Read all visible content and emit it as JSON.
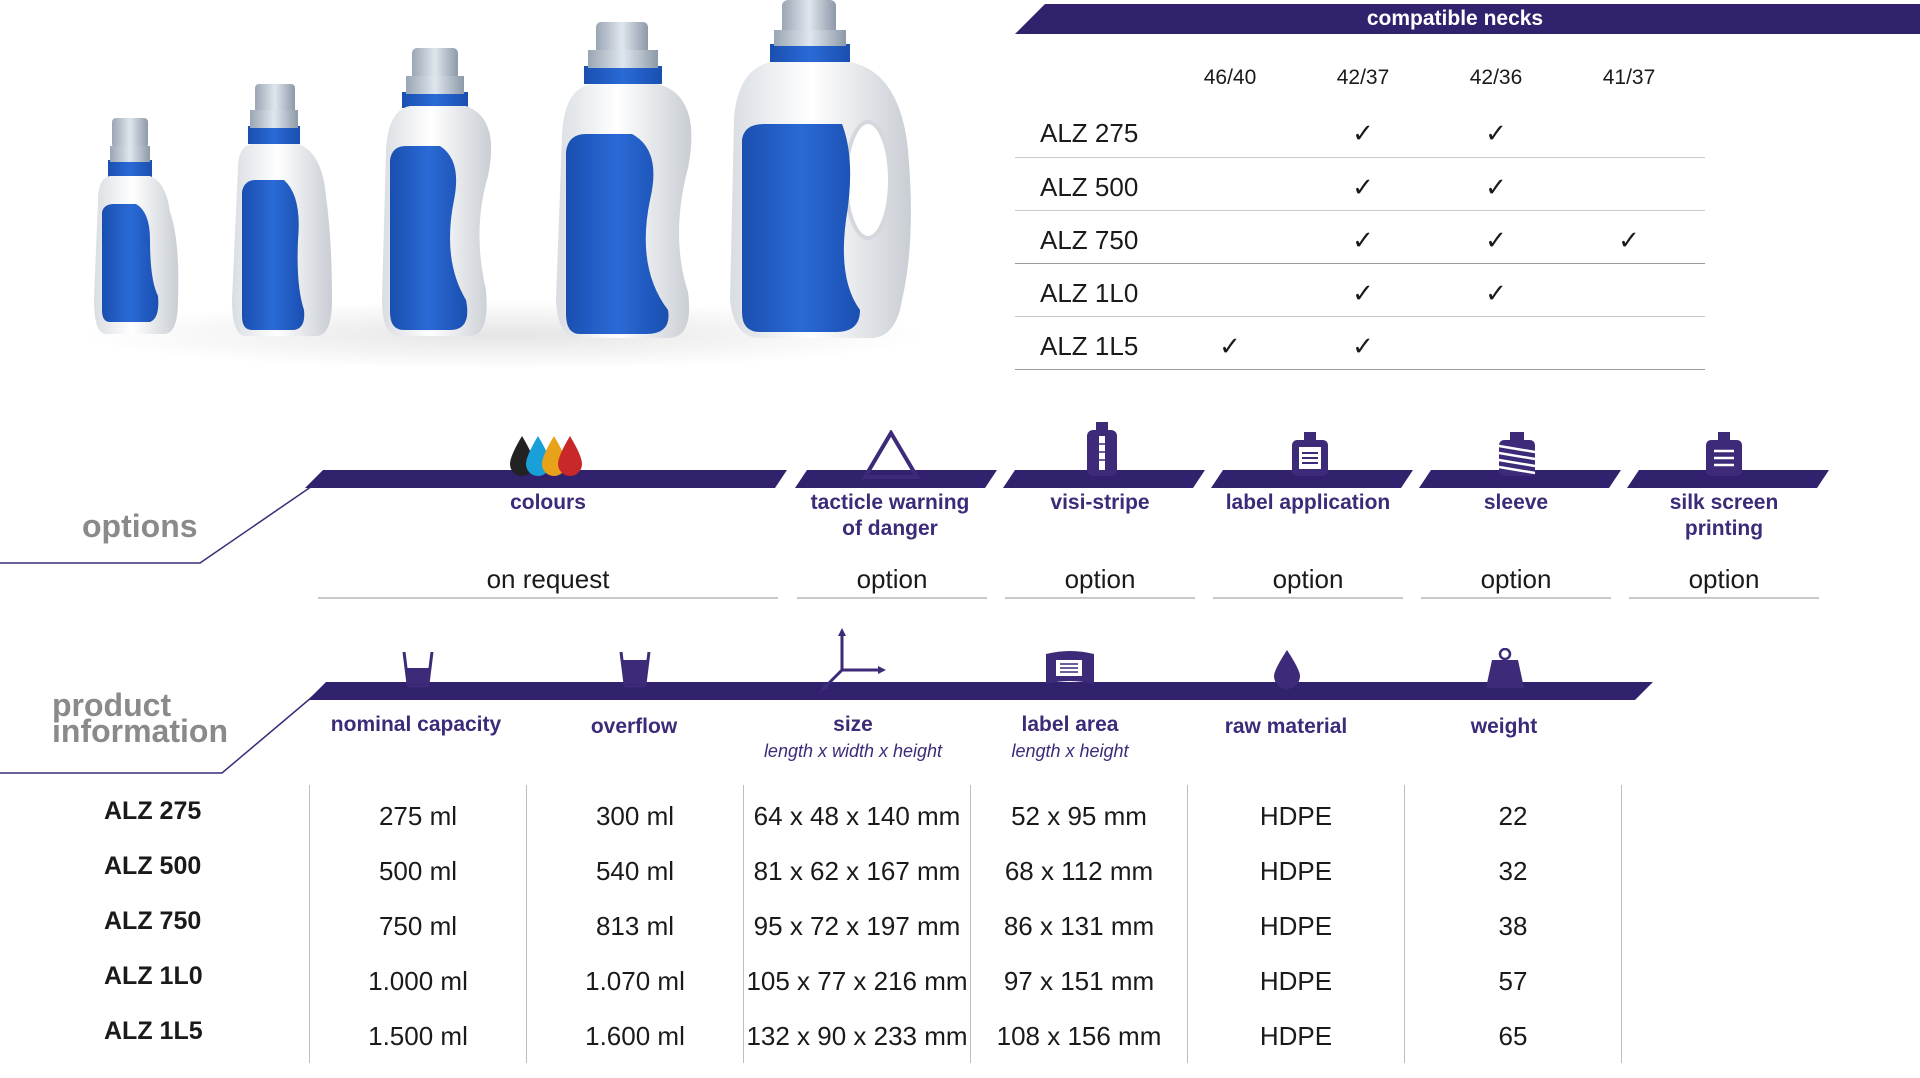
{
  "colors": {
    "accent": "#32226e",
    "label_purple": "#3d2a78",
    "bottle_blue": "#1f5fc4"
  },
  "necks": {
    "title": "compatible necks",
    "columns": [
      "46/40",
      "42/37",
      "42/36",
      "41/37"
    ],
    "rows": [
      {
        "label": "ALZ 275",
        "checks": [
          "",
          "✓",
          "✓",
          ""
        ]
      },
      {
        "label": "ALZ 500",
        "checks": [
          "",
          "✓",
          "✓",
          ""
        ]
      },
      {
        "label": "ALZ 750",
        "checks": [
          "",
          "✓",
          "✓",
          "✓"
        ]
      },
      {
        "label": "ALZ 1L0",
        "checks": [
          "",
          "✓",
          "✓",
          ""
        ]
      },
      {
        "label": "ALZ 1L5",
        "checks": [
          "✓",
          "✓",
          "",
          ""
        ]
      }
    ]
  },
  "options": {
    "section_label": "options",
    "items": [
      {
        "label": "colours",
        "value": "on request",
        "icon": "ink-drops-icon"
      },
      {
        "label": "tacticle warning of danger",
        "label_line1": "tacticle warning",
        "label_line2": "of danger",
        "value": "option",
        "icon": "warning-triangle-icon"
      },
      {
        "label": "visi-stripe",
        "value": "option",
        "icon": "visi-stripe-icon"
      },
      {
        "label": "label application",
        "value": "option",
        "icon": "label-icon"
      },
      {
        "label": "sleeve",
        "value": "option",
        "icon": "sleeve-icon"
      },
      {
        "label": "silk screen printing",
        "label_line1": "silk screen",
        "label_line2": "printing",
        "value": "option",
        "icon": "silk-screen-icon"
      }
    ]
  },
  "product_info": {
    "section_label_line1": "product",
    "section_label_line2": "information",
    "columns": [
      {
        "label": "nominal capacity",
        "sub": "",
        "icon": "beaker-icon"
      },
      {
        "label": "overflow",
        "sub": "",
        "icon": "beaker-overflow-icon"
      },
      {
        "label": "size",
        "sub": "length x width x height",
        "icon": "axes-icon"
      },
      {
        "label": "label area",
        "sub": "length x height",
        "icon": "label-area-icon"
      },
      {
        "label": "raw material",
        "sub": "",
        "icon": "drop-icon"
      },
      {
        "label": "weight",
        "sub": "",
        "icon": "weight-icon"
      }
    ],
    "rows": [
      {
        "label": "ALZ 275",
        "cells": [
          "275 ml",
          "300 ml",
          "64 x 48 x 140 mm",
          "52 x 95 mm",
          "HDPE",
          "22"
        ]
      },
      {
        "label": "ALZ 500",
        "cells": [
          "500 ml",
          "540 ml",
          "81 x 62 x 167 mm",
          "68 x 112 mm",
          "HDPE",
          "32"
        ]
      },
      {
        "label": "ALZ 750",
        "cells": [
          "750 ml",
          "813 ml",
          "95 x 72 x 197 mm",
          "86 x 131 mm",
          "HDPE",
          "38"
        ]
      },
      {
        "label": "ALZ 1L0",
        "cells": [
          "1.000 ml",
          "1.070 ml",
          "105 x 77 x 216 mm",
          "97 x 151 mm",
          "HDPE",
          "57"
        ]
      },
      {
        "label": "ALZ 1L5",
        "cells": [
          "1.500 ml",
          "1.600 ml",
          "132 x 90 x 233 mm",
          "108 x 156 mm",
          "HDPE",
          "65"
        ]
      }
    ]
  }
}
